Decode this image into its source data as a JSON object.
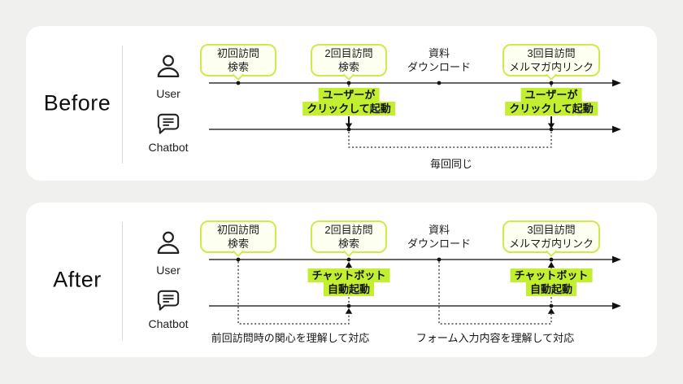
{
  "colors": {
    "page_bg": "#f0f0ee",
    "card_bg": "#ffffff",
    "accent_lime": "#d2e84f",
    "bubble_fill": "#fdfff1",
    "highlight": "#c2f030",
    "ink": "#1c1c1c"
  },
  "icons": {
    "user": "user-icon",
    "chatbot": "chatbot-speech-bubble-icon"
  },
  "panels": {
    "before": {
      "label": "Before",
      "user_label": "User",
      "chatbot_label": "Chatbot",
      "events": [
        {
          "line1": "初回訪問",
          "line2": "検索"
        },
        {
          "line1": "2回目訪問",
          "line2": "検索"
        },
        {
          "line1": "資料",
          "line2": "ダウンロード"
        },
        {
          "line1": "3回目訪問",
          "line2": "メルマガ内リンク"
        }
      ],
      "annotations": [
        {
          "line1": "ユーザーが",
          "line2": "クリックして起動"
        },
        {
          "line1": "ユーザーが",
          "line2": "クリックして起動"
        }
      ],
      "notes": [
        "毎回同じ"
      ]
    },
    "after": {
      "label": "After",
      "user_label": "User",
      "chatbot_label": "Chatbot",
      "events": [
        {
          "line1": "初回訪問",
          "line2": "検索"
        },
        {
          "line1": "2回目訪問",
          "line2": "検索"
        },
        {
          "line1": "資料",
          "line2": "ダウンロード"
        },
        {
          "line1": "3回目訪問",
          "line2": "メルマガ内リンク"
        }
      ],
      "annotations": [
        {
          "line1": "チャットボット",
          "line2": "自動起動"
        },
        {
          "line1": "チャットボット",
          "line2": "自動起動"
        }
      ],
      "notes": [
        "前回訪問時の関心を理解して対応",
        "フォーム入力内容を理解して対応"
      ]
    }
  }
}
